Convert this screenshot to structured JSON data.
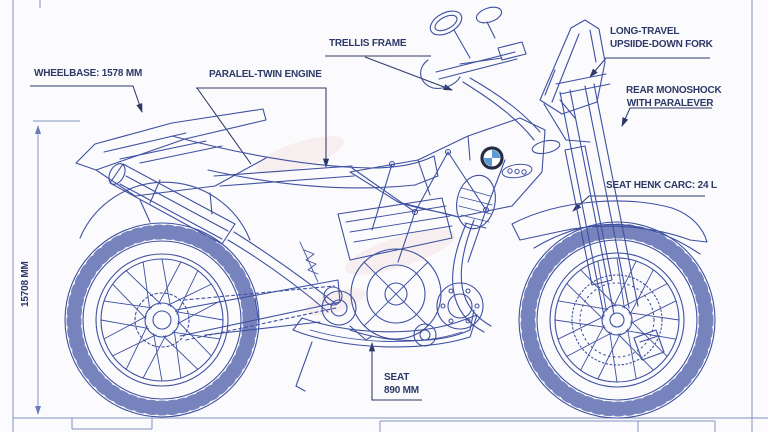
{
  "labels": {
    "wheelbase": "WHEELBASE: 1578 MM",
    "engine": "PARALEL-TWIN ENGINE",
    "frame": "TRELLIS FRAME",
    "fork_line1": "LONG-TRAVEL",
    "fork_line2": "UPSIIDE-DOWN FORK",
    "shock_line1": "REAR MONOSHOCK",
    "shock_line2": "WITH PARALEVER",
    "tank_capacity": "SEAT HENK CARC: 24 L",
    "seat_line1": "SEAT",
    "seat_line2": "890 MM",
    "overall_height": "15708 MM"
  },
  "icons": {
    "logo": "bmw-roundel"
  },
  "colors": {
    "background": "#fbfbfd",
    "line_blue": "#3e50a0",
    "label_navy": "#2d3968",
    "dimension_blue": "#8290c2",
    "logo_blue": "#5b9bd5",
    "logo_ring": "#252c44"
  }
}
